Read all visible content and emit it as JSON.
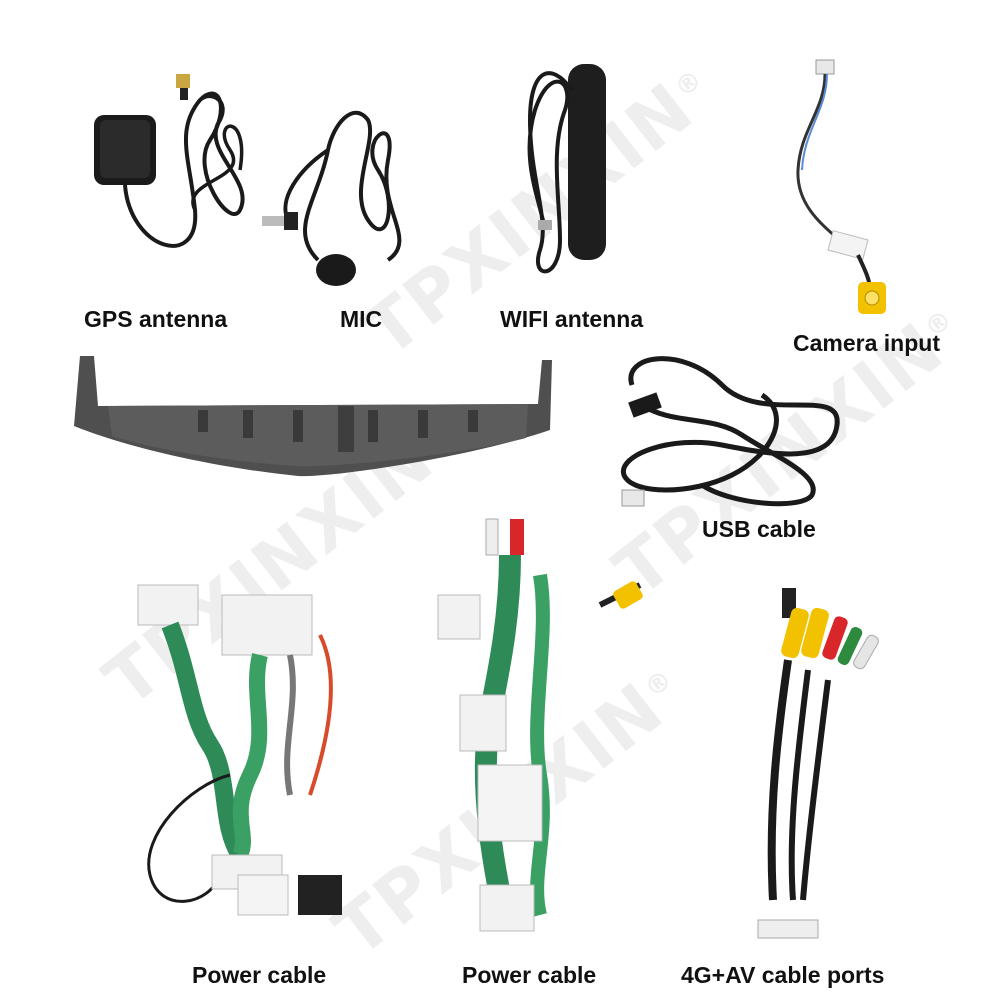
{
  "watermark": {
    "text": "TPXINXIN",
    "mark": "®"
  },
  "items": {
    "gps": {
      "label": "GPS antenna"
    },
    "mic": {
      "label": "MIC"
    },
    "wifi": {
      "label": "WIFI antenna"
    },
    "camera": {
      "label": "Camera input"
    },
    "usb": {
      "label": "USB cable"
    },
    "power1": {
      "label": "Power cable"
    },
    "power2": {
      "label": "Power cable"
    },
    "av": {
      "label": "4G+AV cable ports"
    }
  },
  "colors": {
    "cable": "#1a1a1a",
    "frame": "#555555",
    "rca_yellow": "#f2c200",
    "rca_red": "#d8262a",
    "rca_white": "#eeeeee",
    "rca_green": "#2e8b3e"
  }
}
